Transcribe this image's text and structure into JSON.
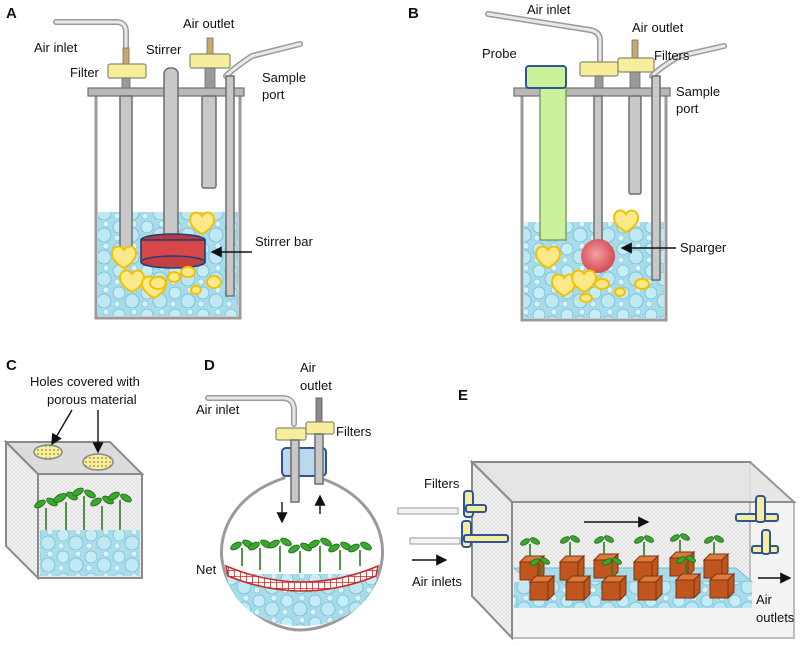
{
  "panels": {
    "a": {
      "letter": "A",
      "labels": {
        "air_inlet": "Air inlet",
        "filter": "Filter",
        "stirrer": "Stirrer",
        "air_outlet": "Air outlet",
        "sample": "Sample",
        "port": "port",
        "stirrer_bar": "Stirrer bar"
      }
    },
    "b": {
      "letter": "B",
      "labels": {
        "air_inlet": "Air inlet",
        "air_outlet": "Air outlet",
        "probe": "Probe",
        "filters": "Filters",
        "sample": "Sample",
        "port": "port",
        "sparger": "Sparger"
      }
    },
    "c": {
      "letter": "C",
      "labels": {
        "holes_line1": "Holes covered with",
        "holes_line2": "porous material"
      }
    },
    "d": {
      "letter": "D",
      "labels": {
        "air": "Air",
        "outlet": "outlet",
        "air_inlet": "Air inlet",
        "filters": "Filters",
        "net": "Net"
      }
    },
    "e": {
      "letter": "E",
      "labels": {
        "filters": "Filters",
        "air_inlets": "Air inlets",
        "air": "Air",
        "outlets": "outlets"
      }
    }
  },
  "colors": {
    "liquid": "#a8dcea",
    "liquid_edge": "#6fbcd6",
    "filter": "#f6ee9c",
    "stirrer_bar": "#d84848",
    "sparger": "#e3686c",
    "probe": "#c9f29a",
    "net": "#c92a2a",
    "culture_cube": "#c0561d",
    "plant_leaf": "#3aa82e"
  }
}
